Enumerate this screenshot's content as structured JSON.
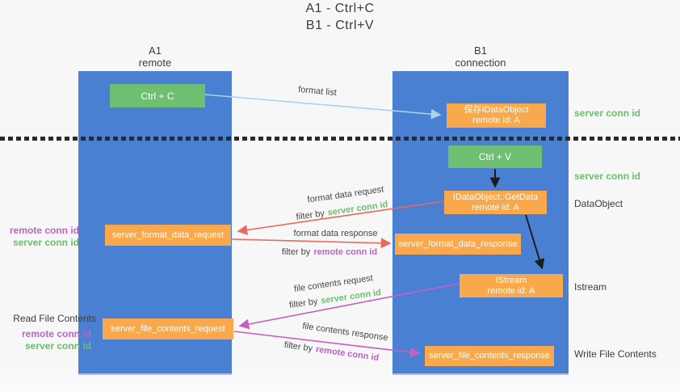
{
  "title": {
    "line1": "A1 - Ctrl+C",
    "line2": "B1 - Ctrl+V"
  },
  "lifelines": {
    "a1": {
      "name": "A1",
      "subtitle": "remote"
    },
    "b1": {
      "name": "B1",
      "subtitle": "connection"
    }
  },
  "nodes": {
    "ctrl_c": {
      "label": "Ctrl + C"
    },
    "ctrl_v": {
      "label": "Ctrl + V"
    },
    "save_dataobject": {
      "line1": "保存IDataObject",
      "line2": "remote id: A"
    },
    "getdata": {
      "line1": "IDataObject::GetData",
      "line2": "remote id: A"
    },
    "istream": {
      "line1": "IStream",
      "line2": "remote id: A"
    },
    "format_request": {
      "label": "server_format_data_request"
    },
    "format_response": {
      "label": "server_format_data_response"
    },
    "file_request": {
      "label": "server_file_contents_request"
    },
    "file_response": {
      "label": "server_file_contents_response"
    }
  },
  "edges": {
    "format_list": {
      "label": "format list"
    },
    "format_data_request": {
      "label": "format data request",
      "filter_prefix": "filter by",
      "filter_key": "server conn id"
    },
    "format_data_response": {
      "label": "format data response",
      "filter_prefix": "filter by",
      "filter_key": "remote conn id"
    },
    "file_contents_request": {
      "label": "file contents request",
      "filter_prefix": "filter by",
      "filter_key": "server conn id"
    },
    "file_contents_response": {
      "label": "file contents response",
      "filter_prefix": "filter by",
      "filter_key": "remote conn id"
    }
  },
  "side_labels": {
    "right_server_conn_top": "server conn id",
    "right_server_conn_mid": "server conn id",
    "right_dataobject": "DataObject",
    "right_istream": "Istream",
    "right_write_file": "Write File Contents",
    "left_remote_conn_top": "remote conn id",
    "left_server_conn_top": "server conn id",
    "left_read_file": "Read File Contents",
    "left_remote_conn_bottom": "remote conn id",
    "left_server_conn_bottom": "server conn id"
  },
  "colors": {
    "lifeline_blue": "#4a80d2",
    "action_green": "#6fbf73",
    "object_orange": "#f9a84b",
    "arrow_light_blue": "#a8d2ed",
    "arrow_red": "#e8695c",
    "arrow_magenta": "#c75fc1",
    "arrow_black": "#1d1d1d",
    "server_conn_green": "#6abf6e",
    "remote_conn_purple": "#bb64c4"
  }
}
